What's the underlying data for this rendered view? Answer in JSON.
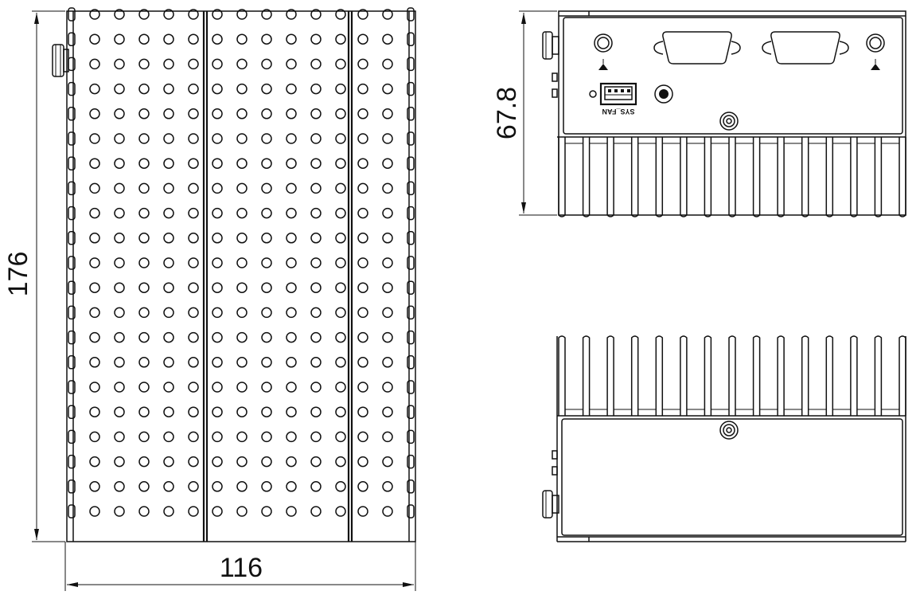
{
  "dimensions": {
    "height": "176",
    "width": "116",
    "depth": "67.8"
  },
  "port_labels": {
    "usb": "SYS_FAN"
  },
  "pattern": {
    "vent_rows": 21,
    "panel_columns": [
      5,
      6,
      2
    ],
    "fin_count": 15
  },
  "colors": {
    "line": "#111111",
    "background": "#ffffff"
  }
}
